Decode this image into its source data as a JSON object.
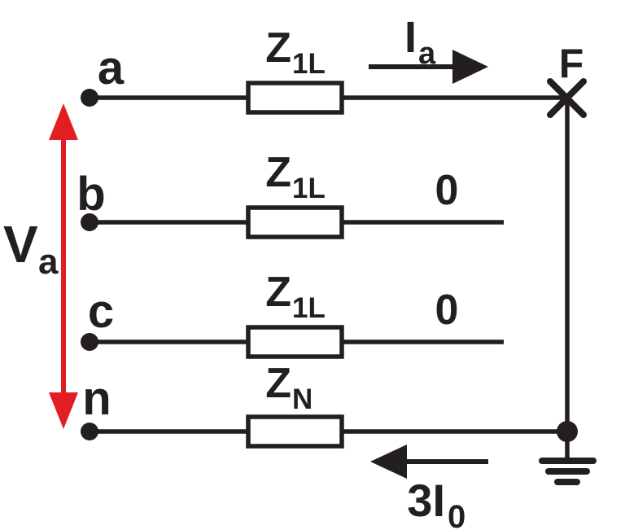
{
  "colors": {
    "ink": "#231f20",
    "voltage_arrow": "#e31e23",
    "background": "#ffffff"
  },
  "phases": {
    "a": {
      "terminal": "a",
      "impedance": {
        "main": "Z",
        "sub": "1L"
      },
      "current": {
        "main": "I",
        "sub": "a"
      }
    },
    "b": {
      "terminal": "b",
      "impedance": {
        "main": "Z",
        "sub": "1L"
      },
      "current_value": "0"
    },
    "c": {
      "terminal": "c",
      "impedance": {
        "main": "Z",
        "sub": "1L"
      },
      "current_value": "0"
    },
    "n": {
      "terminal": "n",
      "impedance": {
        "main": "Z",
        "sub": "N"
      },
      "current": {
        "main": "3I",
        "sub": "0"
      }
    }
  },
  "voltage": {
    "main": "V",
    "sub": "a"
  },
  "fault": {
    "label": "F"
  }
}
